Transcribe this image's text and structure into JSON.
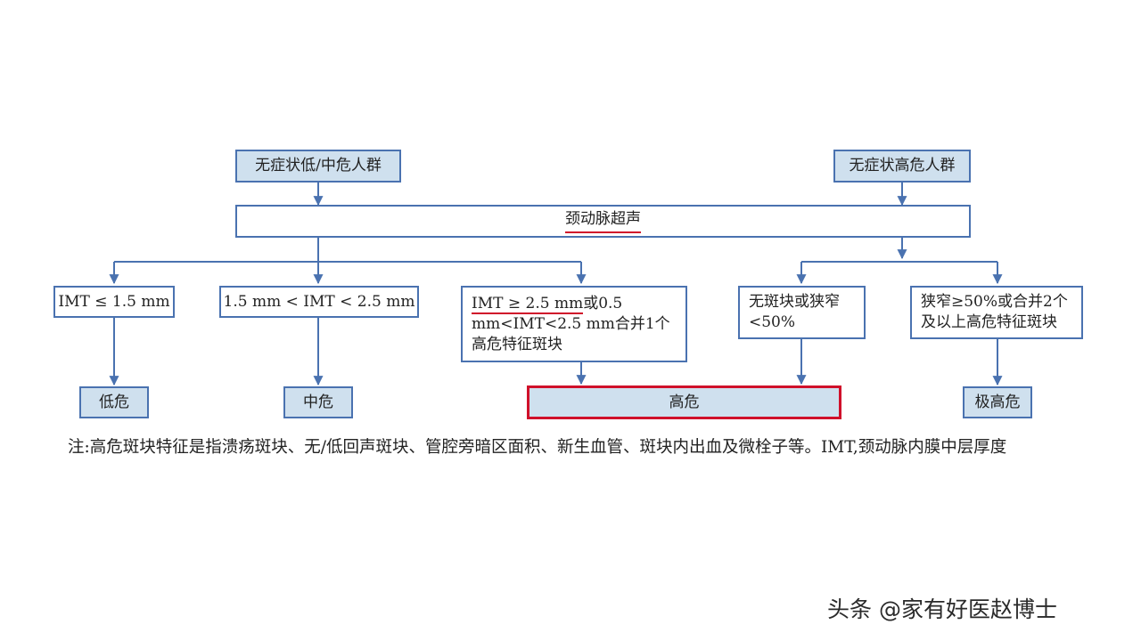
{
  "diagram": {
    "top_left": "无症状低/中危人群",
    "top_right": "无症状高危人群",
    "ultrasound": "颈动脉超声",
    "branches": {
      "imt_low": "IMT ≤ 1.5 mm",
      "imt_mid": "1.5 mm < IMT < 2.5 mm",
      "imt_high_part1": "IMT ≥ 2.5 mm",
      "imt_high_part2": "或0.5 mm<IMT<2.5 mm合并1个高危特征斑块",
      "no_plaque": "无斑块或狭窄<50%",
      "stenosis": "狭窄≥50%或合并2个及以上高危特征斑块"
    },
    "outcomes": {
      "low": "低危",
      "mid": "中危",
      "high": "高危",
      "very_high": "极高危"
    }
  },
  "note": "注:高危斑块特征是指溃疡斑块、无/低回声斑块、管腔旁暗区面积、新生血管、斑块内出血及微栓子等。IMT,颈动脉内膜中层厚度",
  "watermark": "头条 @家有好医赵博士",
  "colors": {
    "box_border": "#4a72b0",
    "box_fill": "#cfe0ee",
    "highlight": "#d0102a"
  }
}
